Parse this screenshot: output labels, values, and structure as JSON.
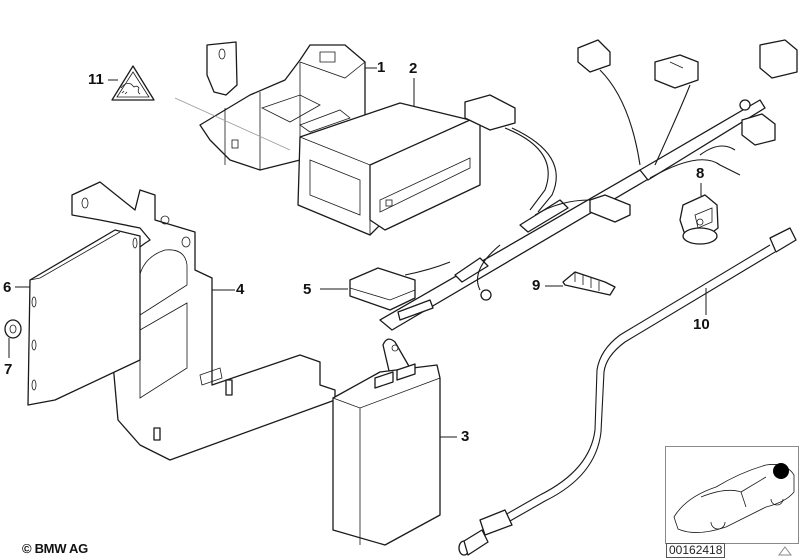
{
  "diagram": {
    "title": "Radio / navigation components parts diagram",
    "copyright": "© BMW AG",
    "image_number": "00162418",
    "callouts": [
      {
        "number": "1",
        "part": "mounting-bracket"
      },
      {
        "number": "2",
        "part": "radio-unit"
      },
      {
        "number": "3",
        "part": "control-module"
      },
      {
        "number": "4",
        "part": "holder-bracket"
      },
      {
        "number": "5",
        "part": "wiring-harness-connector"
      },
      {
        "number": "6",
        "part": "mounting-plate"
      },
      {
        "number": "7",
        "part": "grommet"
      },
      {
        "number": "8",
        "part": "clip-connector"
      },
      {
        "number": "9",
        "part": "connector-lock"
      },
      {
        "number": "10",
        "part": "antenna-cable"
      },
      {
        "number": "11",
        "part": "warning-label"
      }
    ],
    "thumbnail": {
      "label": "vehicle-location-view",
      "marker_color": "#000000"
    }
  }
}
